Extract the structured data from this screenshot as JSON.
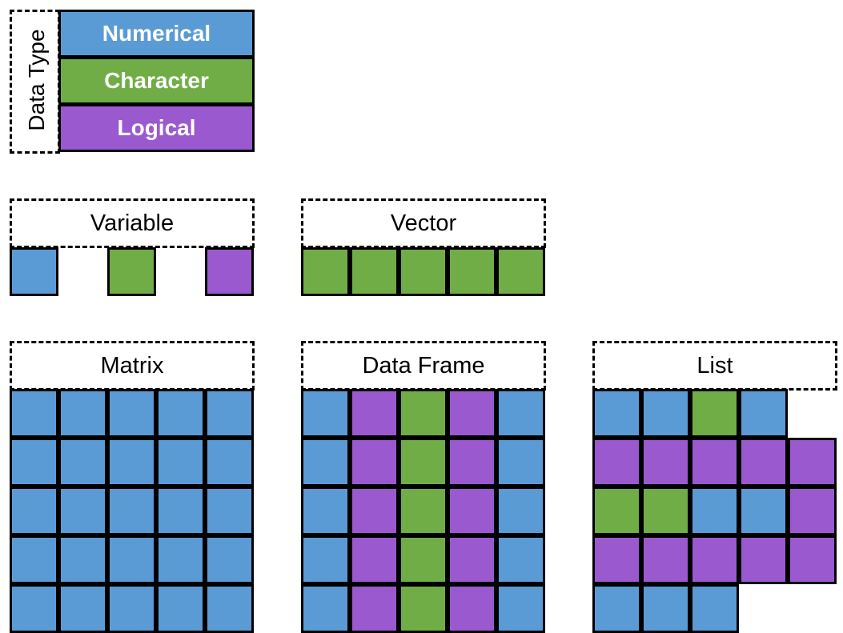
{
  "colors": {
    "numerical": "#5b9bd5",
    "character": "#70ad47",
    "logical": "#9b59d0"
  },
  "legend": {
    "title": "Data Type",
    "items": [
      {
        "label": "Numerical",
        "color": "numerical"
      },
      {
        "label": "Character",
        "color": "character"
      },
      {
        "label": "Logical",
        "color": "logical"
      }
    ]
  },
  "variable": {
    "title": "Variable",
    "cells": [
      "numerical",
      null,
      "character",
      null,
      "logical"
    ]
  },
  "vector": {
    "title": "Vector",
    "cells": [
      "character",
      "character",
      "character",
      "character",
      "character"
    ]
  },
  "matrix": {
    "title": "Matrix",
    "rows": [
      [
        "numerical",
        "numerical",
        "numerical",
        "numerical",
        "numerical"
      ],
      [
        "numerical",
        "numerical",
        "numerical",
        "numerical",
        "numerical"
      ],
      [
        "numerical",
        "numerical",
        "numerical",
        "numerical",
        "numerical"
      ],
      [
        "numerical",
        "numerical",
        "numerical",
        "numerical",
        "numerical"
      ],
      [
        "numerical",
        "numerical",
        "numerical",
        "numerical",
        "numerical"
      ]
    ]
  },
  "data_frame": {
    "title": "Data Frame",
    "rows": [
      [
        "numerical",
        "logical",
        "character",
        "logical",
        "numerical"
      ],
      [
        "numerical",
        "logical",
        "character",
        "logical",
        "numerical"
      ],
      [
        "numerical",
        "logical",
        "character",
        "logical",
        "numerical"
      ],
      [
        "numerical",
        "logical",
        "character",
        "logical",
        "numerical"
      ],
      [
        "numerical",
        "logical",
        "character",
        "logical",
        "numerical"
      ]
    ]
  },
  "list": {
    "title": "List",
    "rows": [
      [
        "numerical",
        "numerical",
        "character",
        "numerical"
      ],
      [
        "logical",
        "logical",
        "logical",
        "logical",
        "logical"
      ],
      [
        "character",
        "character",
        "numerical",
        "numerical",
        "logical"
      ],
      [
        "logical",
        "logical",
        "logical",
        "logical",
        "logical"
      ],
      [
        "numerical",
        "numerical",
        "numerical"
      ]
    ]
  }
}
